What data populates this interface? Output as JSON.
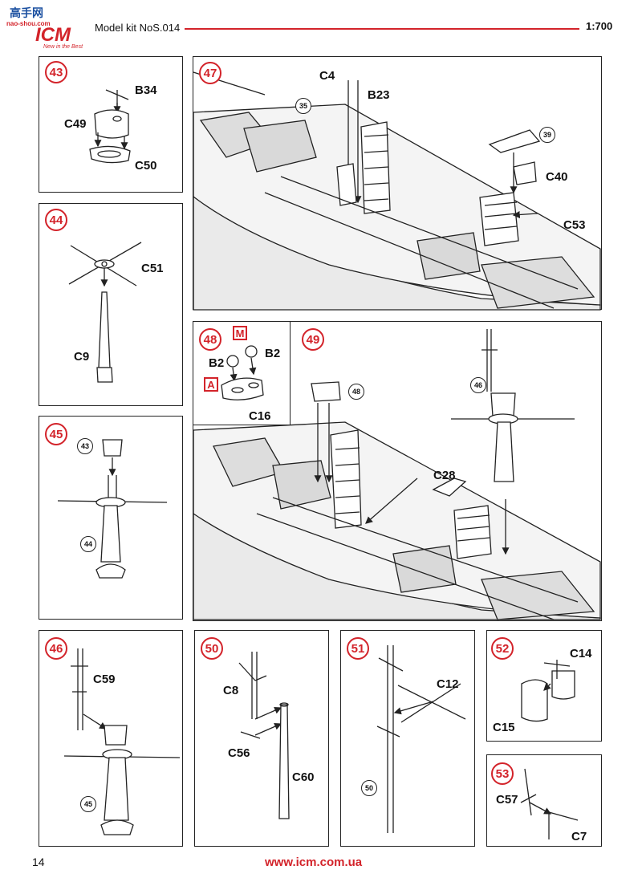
{
  "header": {
    "logo_top": "高手网",
    "logo_main": "ICM",
    "logo_site": "nao-shou.com",
    "logo_tagline": "New in the Best",
    "title": "Model kit NoS.014",
    "scale": "1:700"
  },
  "footer": {
    "page_number": "14",
    "url": "www.icm.com.ua"
  },
  "steps": {
    "s43": {
      "num": "43",
      "labels": [
        "B34",
        "C49",
        "C50"
      ]
    },
    "s44": {
      "num": "44",
      "labels": [
        "C51",
        "C9"
      ]
    },
    "s45": {
      "num": "45",
      "refs": [
        "43",
        "44"
      ]
    },
    "s46": {
      "num": "46",
      "labels": [
        "C59"
      ],
      "refs": [
        "45"
      ]
    },
    "s47": {
      "num": "47",
      "labels": [
        "C4",
        "B23",
        "C40",
        "C53"
      ],
      "refs": [
        "35",
        "39"
      ]
    },
    "s48": {
      "num": "48",
      "labels": [
        "B2",
        "B2",
        "C16"
      ],
      "paint": [
        "M",
        "A"
      ]
    },
    "s49": {
      "num": "49",
      "labels": [
        "C28"
      ],
      "refs": [
        "46",
        "48"
      ]
    },
    "s50": {
      "num": "50",
      "labels": [
        "C8",
        "C56",
        "C60"
      ]
    },
    "s51": {
      "num": "51",
      "labels": [
        "C12"
      ],
      "refs": [
        "50"
      ]
    },
    "s52": {
      "num": "52",
      "labels": [
        "C14",
        "C15"
      ]
    },
    "s53": {
      "num": "53",
      "labels": [
        "C57",
        "C7"
      ]
    }
  },
  "colors": {
    "accent": "#d3232a",
    "line": "#222222",
    "hull": "#e6e6e6"
  }
}
